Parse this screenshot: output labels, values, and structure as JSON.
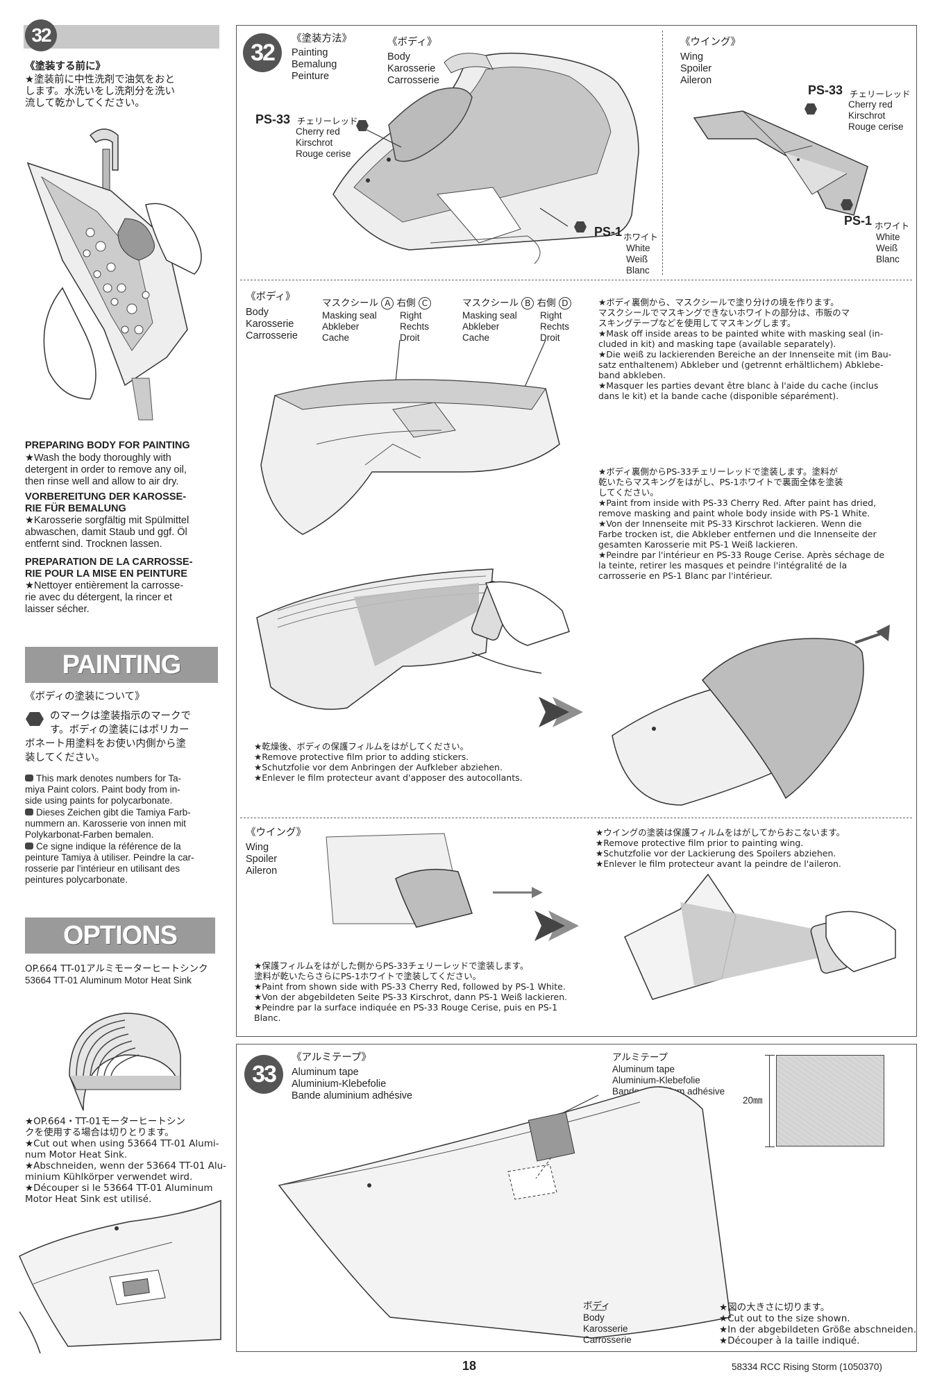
{
  "left": {
    "step_badge": "32",
    "jp_title": "《塗装する前に》",
    "jp_text": [
      "★塗装前に中性洗剤で油気をおと",
      "します。水洗いをし洗剤分を洗い",
      "流して乾かしてください。"
    ],
    "en_title": "PREPARING BODY FOR PAINTING",
    "en_text": [
      "★Wash the body thoroughly with",
      "detergent in order to remove any oil,",
      "then rinse well and allow to air dry."
    ],
    "de_title": [
      "VORBEREITUNG DER KAROSSE-",
      "RIE FÜR BEMALUNG"
    ],
    "de_text": [
      "★Karosserie sorgfältig mit Spülmittel",
      "abwaschen, damit Staub und ggf. Öl",
      "entfernt sind. Trocknen lassen."
    ],
    "fr_title": [
      "PREPARATION DE LA CARROSSE-",
      "RIE POUR LA MISE EN PEINTURE"
    ],
    "fr_text": [
      "★Nettoyer entièrement la carrosse-",
      "rie avec du détergent, la rincer et",
      "laisser sécher."
    ],
    "painting_banner": "PAINTING",
    "painting_jp_title": "《ボディの塗装について》",
    "painting_jp_text": [
      "のマークは塗装指示のマークで",
      "す。ボディの塗装にはポリカー",
      "ボネート用塗料をお使い内側から塗",
      "装してください。"
    ],
    "painting_en": [
      "This mark denotes numbers for Ta-",
      "miya Paint colors. Paint body from in-",
      "side using paints for polycarbonate."
    ],
    "painting_de": [
      "Dieses Zeichen gibt die Tamiya Farb-",
      "nummern an. Karosserie von innen mit",
      "Polykarbonat-Farben bemalen."
    ],
    "painting_fr": [
      "Ce signe indique la référence de la",
      "peinture Tamiya à utiliser. Peindre la car-",
      "rosserie par l'intérieur en utilisant des",
      "peintures polycarbonate."
    ],
    "options_banner": "OPTIONS",
    "op_jp": "OP.664 TT-01アルミモーターヒートシンク",
    "op_en": "53664 TT-01 Aluminum Motor Heat Sink",
    "op_note": [
      "★OP.664・TT-01モーターヒートシン",
      "クを使用する場合は切りとります。",
      "★Cut out when using 53664 TT-01 Alumi-",
      "num Motor Heat Sink.",
      "★Abschneiden, wenn der 53664 TT-01 Alu-",
      "minium Kühlkörper verwendet wird.",
      "★Découper si le 53664 TT-01 Aluminum",
      "Motor Heat Sink est utilisé."
    ]
  },
  "s32": {
    "badge": "32",
    "title_jp": "《塗装方法》",
    "title": [
      "Painting",
      "Bemalung",
      "Peinture"
    ],
    "body_jp": "《ボディ》",
    "body": [
      "Body",
      "Karosserie",
      "Carrosserie"
    ],
    "wing_jp": "《ウイング》",
    "wing": [
      "Wing",
      "Spoiler",
      "Aileron"
    ],
    "ps33_code": "PS-33",
    "ps33_jp": "チェリーレッド",
    "ps33": [
      "Cherry red",
      "Kirschrot",
      "Rouge cerise"
    ],
    "ps1_code": "PS-1",
    "ps1_jp": "ホワイト",
    "ps1": [
      "White",
      "Weiß",
      "Blanc"
    ]
  },
  "mask": {
    "body_jp": "《ボディ》",
    "body": [
      "Body",
      "Karosserie",
      "Carrosserie"
    ],
    "seal_jp": "マスクシール",
    "seal": [
      "Masking seal",
      "Abkleber",
      "Cache"
    ],
    "letters": [
      "A",
      "C",
      "B",
      "D"
    ],
    "right_jp": "右側",
    "right": [
      "Right",
      "Rechts",
      "Droit"
    ],
    "instr1": [
      "★ボディ裏側から、マスクシールで塗り分けの境を作ります。",
      "マスクシールでマスキングできないホワイトの部分は、市販のマ",
      "スキングテープなどを使用してマスキングします。",
      "★Mask off inside areas to be painted white with masking seal (in-",
      "cluded in kit) and masking tape (available separately).",
      "★Die weiß zu lackierenden Bereiche an der Innenseite mit (im Bau-",
      "satz enthaltenem) Abkleber und (getrennt erhältlichem) Abklebe-",
      "band abkleben.",
      "★Masquer les parties devant être blanc à l'aide du cache (inclus",
      "dans le kit) et la bande cache (disponible séparément)."
    ],
    "instr2": [
      "★ボディ裏側からPS-33チェリーレッドで塗装します。塗料が",
      "乾いたらマスキングをはがし、PS-1ホワイトで裏面全体を塗装",
      "してください。",
      "★Paint from inside with PS-33 Cherry Red. After paint has dried,",
      "remove masking and paint whole body inside with PS-1 White.",
      "★Von der Innenseite mit PS-33 Kirschrot lackieren. Wenn die",
      "Farbe trocken ist, die Abkleber entfernen und die Innenseite der",
      "gesamten Karosserie mit PS-1 Weiß lackieren.",
      "★Peindre par l'intérieur en PS-33 Rouge Cerise. Après séchage de",
      "la teinte, retirer les masques et peindre l'intégralité de la",
      "carrosserie en PS-1 Blanc par l'intérieur."
    ],
    "instr3": [
      "★乾燥後、ボディの保護フィルムをはがしてください。",
      "★Remove protective film prior to adding stickers.",
      "★Schutzfolie vor dem Anbringen der Aufkleber abziehen.",
      "★Enlever le film protecteur avant d'apposer des autocollants."
    ]
  },
  "wing_section": {
    "title_jp": "《ウイング》",
    "title": [
      "Wing",
      "Spoiler",
      "Aileron"
    ],
    "instr1": [
      "★ウイングの塗装は保護フィルムをはがしてからおこないます。",
      "★Remove protective film prior to painting wing.",
      "★Schutzfolie vor der Lackierung des Spoilers abziehen.",
      "★Enlever le film protecteur avant la peindre de l'aileron."
    ],
    "instr2": [
      "★保護フィルムをはがした側からPS-33チェリーレッドで塗装します。",
      "塗料が乾いたらさらにPS-1ホワイトで塗装してください。",
      "★Paint from shown side with PS-33 Cherry Red, followed by PS-1 White.",
      "★Von der abgebildeten Seite PS-33 Kirschrot, dann PS-1 Weiß lackieren.",
      "★Peindre par la surface indiquée en PS-33 Rouge Cerise, puis en PS-1",
      "Blanc."
    ]
  },
  "s33": {
    "badge": "33",
    "title_jp": "《アルミテープ》",
    "title": [
      "Aluminum tape",
      "Aluminium-Klebefolie",
      "Bande aluminium adhésive"
    ],
    "label_jp": "アルミテープ",
    "label": [
      "Aluminum tape",
      "Aluminium-Klebefolie",
      "Bande aluminium adhésive"
    ],
    "body_jp": "ボディ",
    "body": [
      "Body",
      "Karosserie",
      "Carrosserie"
    ],
    "dim": "20㎜",
    "cut": [
      "★図の大きさに切ります。",
      "★Cut out to the size shown.",
      "★In der abgebildeten Größe abschneiden.",
      "★Découper à la taille indiqué."
    ]
  },
  "footer": {
    "page": "18",
    "code": "58334 RCC Rising Storm (1050370)"
  }
}
